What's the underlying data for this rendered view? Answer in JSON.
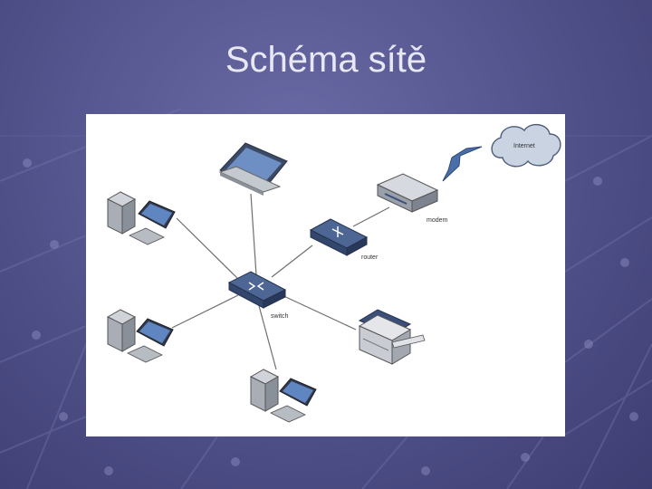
{
  "slide": {
    "title": "Schéma sítě"
  },
  "diagram": {
    "nodes": [
      {
        "id": "internet",
        "kind": "cloud",
        "label": "Internet"
      },
      {
        "id": "modem",
        "kind": "modem",
        "label": "modem"
      },
      {
        "id": "router",
        "kind": "router",
        "label": "router"
      },
      {
        "id": "switch",
        "kind": "switch",
        "label": "switch"
      },
      {
        "id": "laptop",
        "kind": "laptop",
        "label": ""
      },
      {
        "id": "pc-1",
        "kind": "desktop",
        "label": ""
      },
      {
        "id": "pc-2",
        "kind": "desktop",
        "label": ""
      },
      {
        "id": "pc-3",
        "kind": "desktop",
        "label": ""
      },
      {
        "id": "printer",
        "kind": "printer",
        "label": ""
      }
    ],
    "edges": [
      {
        "from": "internet",
        "to": "modem",
        "style": "lightning"
      },
      {
        "from": "modem",
        "to": "router",
        "style": "line"
      },
      {
        "from": "router",
        "to": "switch",
        "style": "line"
      },
      {
        "from": "switch",
        "to": "laptop",
        "style": "line"
      },
      {
        "from": "switch",
        "to": "pc-1",
        "style": "line"
      },
      {
        "from": "switch",
        "to": "pc-2",
        "style": "line"
      },
      {
        "from": "switch",
        "to": "pc-3",
        "style": "line"
      },
      {
        "from": "switch",
        "to": "printer",
        "style": "line"
      }
    ]
  },
  "colors": {
    "background": "#55558f",
    "title_text": "#e8e8f4",
    "link_line": "#6f6f6f",
    "device_blue": "#3b4f7a",
    "device_grey": "#b8bcc4"
  }
}
